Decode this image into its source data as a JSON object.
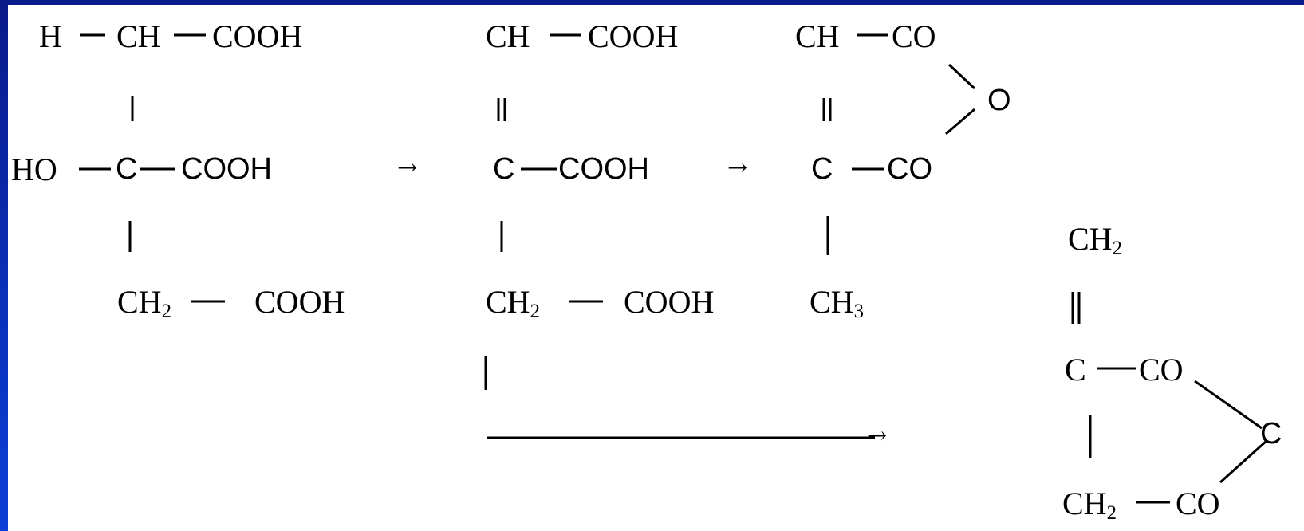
{
  "reactant": {
    "top_row": [
      "H",
      "CH",
      "COOH"
    ],
    "mid_row": [
      "HO",
      "C",
      "COOH"
    ],
    "bottom_row": {
      "ch2_base": "CH",
      "ch2_sub": "2",
      "cooh": "COOH"
    }
  },
  "arrows": {
    "first": "→",
    "second": "→",
    "third": "→"
  },
  "intermediate": {
    "top_row": [
      "CH",
      "COOH"
    ],
    "mid_row": [
      "C",
      "COOH"
    ],
    "bottom_row": {
      "ch2_base": "CH",
      "ch2_sub": "2",
      "cooh": "COOH"
    }
  },
  "anhydride": {
    "top": "CH",
    "top_co": "CO",
    "ring_o": "O",
    "mid": "C",
    "mid_co": "CO",
    "bottom_base": "CH",
    "bottom_sub": "3"
  },
  "itaconic_anhydride": {
    "top_base": "CH",
    "top_sub": "2",
    "mid_c": "C",
    "mid_co": "CO",
    "ring_atom": "C",
    "bottom_base": "CH",
    "bottom_sub": "2",
    "bottom_co": "CO"
  }
}
